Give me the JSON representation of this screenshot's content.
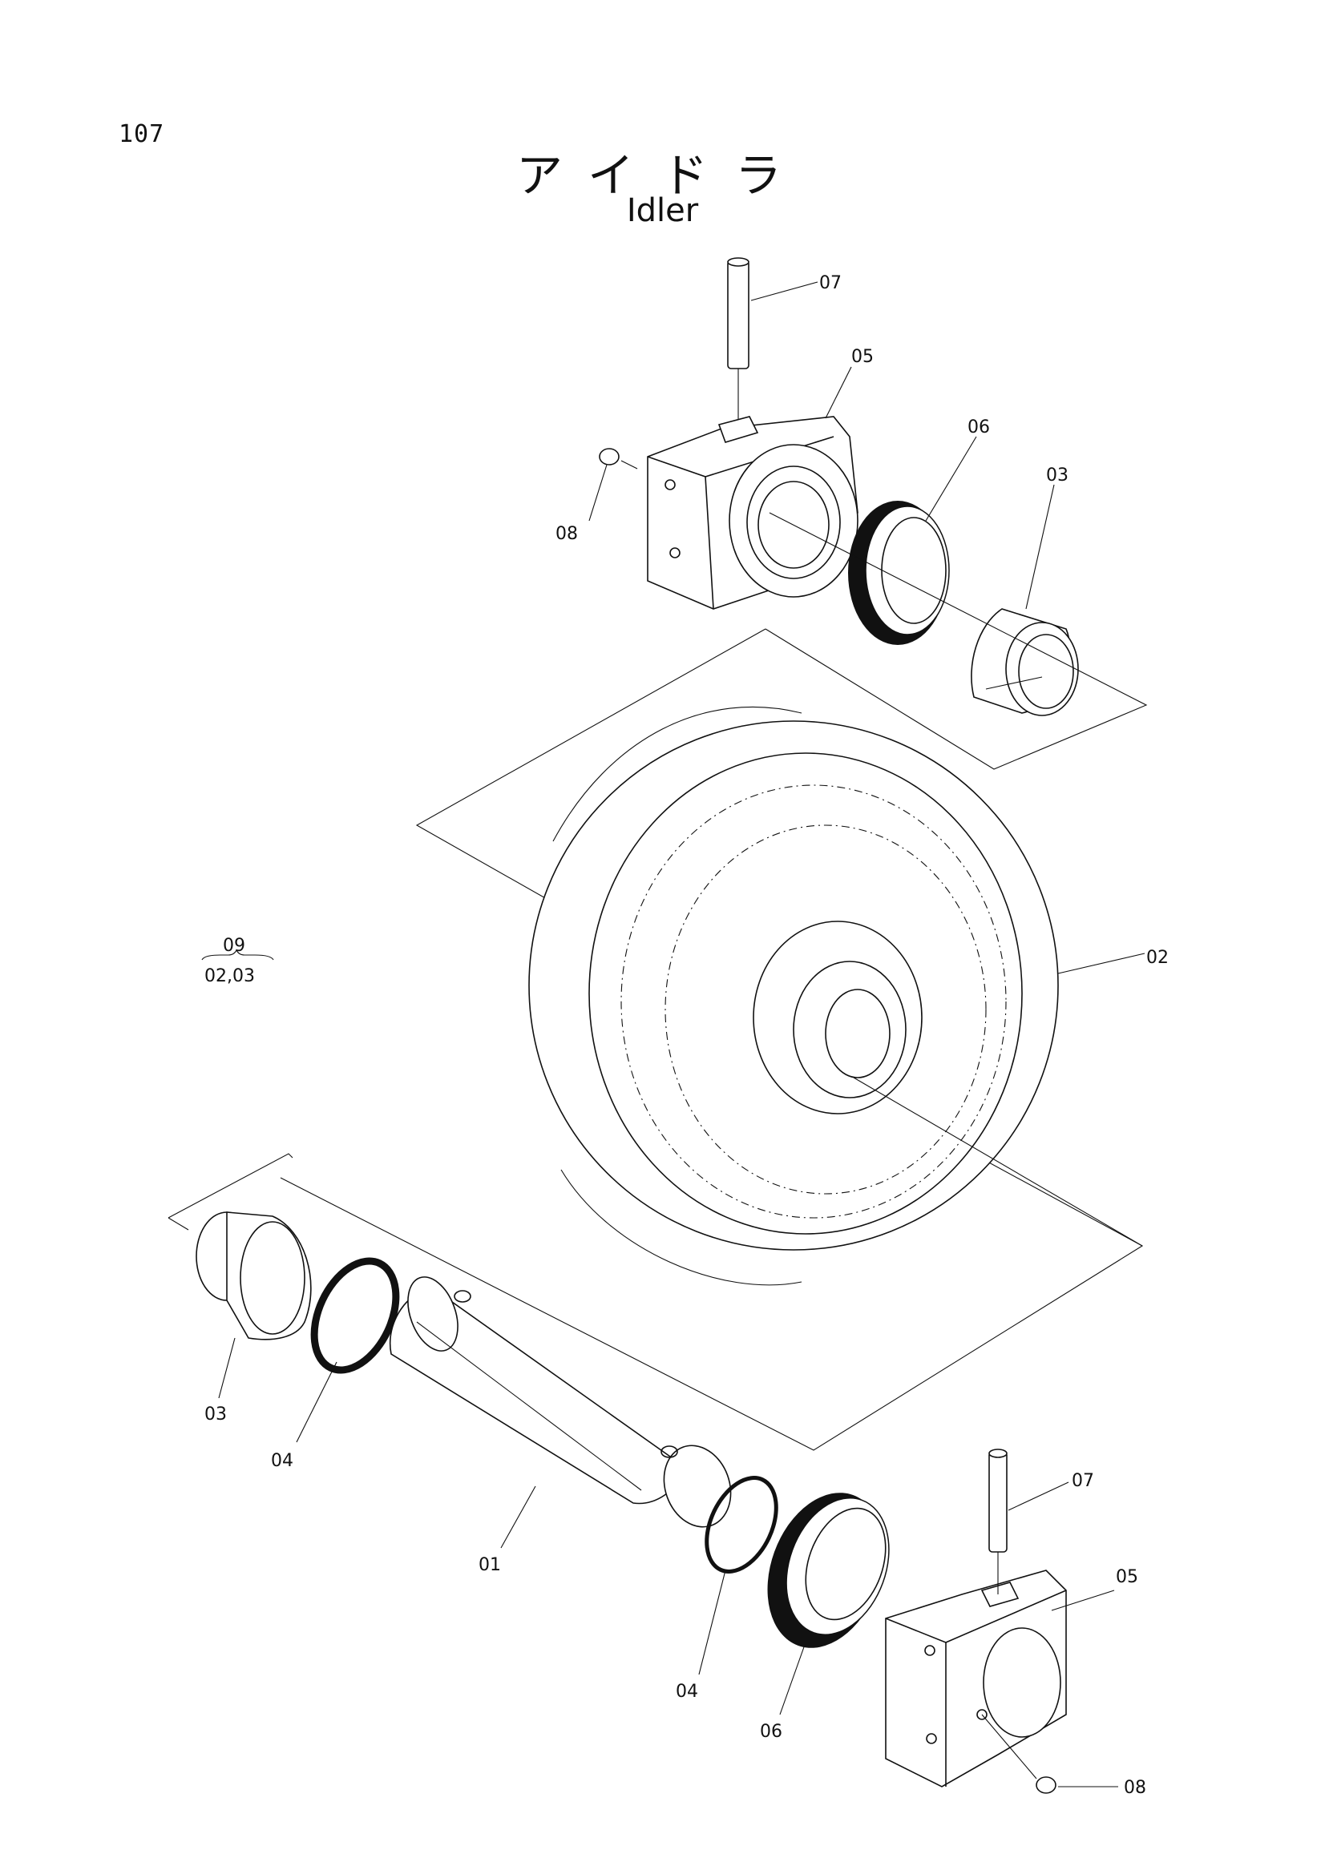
{
  "page_number": "107",
  "title_jp": "アイドラ",
  "title_en": "Idler",
  "group_note": {
    "top": "09",
    "bottom": "02,03"
  },
  "callouts": {
    "c01": "01",
    "c02": "02",
    "c03a": "03",
    "c03b": "03",
    "c04a": "04",
    "c04b": "04",
    "c05a": "05",
    "c05b": "05",
    "c06a": "06",
    "c06b": "06",
    "c07a": "07",
    "c07b": "07",
    "c08a": "08",
    "c08b": "08"
  }
}
